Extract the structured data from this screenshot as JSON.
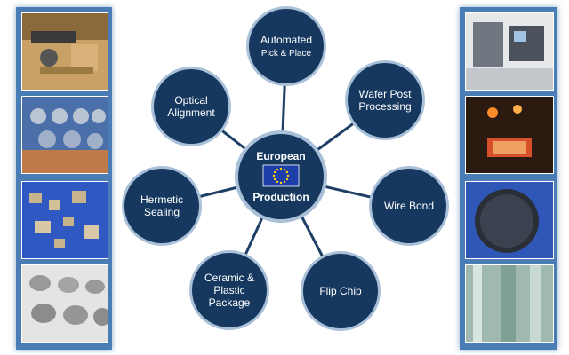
{
  "center": {
    "label_top": "European",
    "label_bottom": "Production"
  },
  "nodes": [
    {
      "id": "automated-pick-place",
      "lines": [
        "Automated",
        "Pick & Place"
      ]
    },
    {
      "id": "wafer-post-processing",
      "lines": [
        "Wafer Post",
        "Processing"
      ]
    },
    {
      "id": "wire-bond",
      "lines": [
        "Wire Bond"
      ]
    },
    {
      "id": "flip-chip",
      "lines": [
        "Flip Chip"
      ]
    },
    {
      "id": "ceramic-plastic-package",
      "lines": [
        "Ceramic &",
        "Plastic",
        "Package"
      ]
    },
    {
      "id": "hermetic-sealing",
      "lines": [
        "Hermetic",
        "Sealing"
      ]
    },
    {
      "id": "optical-alignment",
      "lines": [
        "Optical",
        "Alignment"
      ]
    }
  ],
  "colors": {
    "node_fill": "#16385f",
    "node_ring": "#a9c0d8",
    "connector": "#1d3f66",
    "eu_blue": "#1f3fa8",
    "eu_star": "#ffd200"
  },
  "photos": {
    "left": [
      "optical-bench-photo",
      "component-array-photo",
      "chip-dies-photo",
      "wire-bond-balls-photo"
    ],
    "right": [
      "assembly-machine-photo",
      "wafer-processing-photo",
      "wafer-photo",
      "fiber-closeup-photo"
    ]
  }
}
